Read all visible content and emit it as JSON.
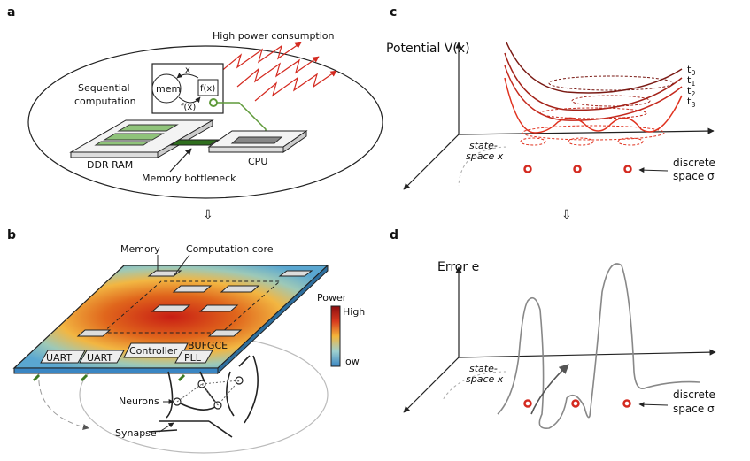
{
  "colors": {
    "red": "#d42a20",
    "green": "#5f9a3a",
    "gray": "#999999",
    "dark": "#222222"
  },
  "panel_a": {
    "letter": "a",
    "high_power": "High power consumption",
    "sequential": [
      "Sequential",
      "computation"
    ],
    "mem": "mem",
    "fx": "f(x)",
    "x": "x",
    "fx_bottom": "f(x)",
    "ddr": "DDR RAM",
    "cpu": "CPU",
    "bottleneck": "Memory bottleneck"
  },
  "panel_b": {
    "letter": "b",
    "memory": "Memory",
    "core": "Computation core",
    "power": "Power",
    "high": "High",
    "low": "low",
    "uart1": "UART",
    "uart2": "UART",
    "controller": "Controller",
    "bufgce": "BUFGCE",
    "pll": "PLL",
    "neurons": "Neurons",
    "synapse": "Synapse"
  },
  "panel_c": {
    "letter": "c",
    "potential": "Potential V(x)",
    "state": [
      "state-",
      "space x"
    ],
    "discrete": [
      "discrete",
      "space σ"
    ],
    "times": [
      "t",
      "t",
      "t",
      "t"
    ],
    "time_subs": [
      "0",
      "1",
      "2",
      "3"
    ]
  },
  "panel_d": {
    "letter": "d",
    "error": "Error e",
    "state": [
      "state-",
      "space x"
    ],
    "discrete": [
      "discrete",
      "space σ"
    ]
  },
  "arrow_glyph": "⇩"
}
